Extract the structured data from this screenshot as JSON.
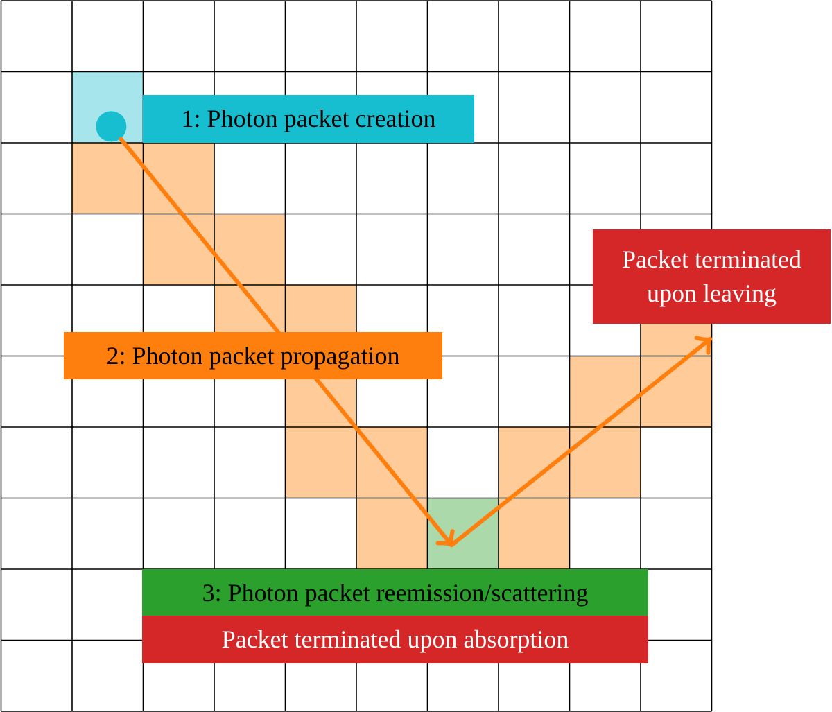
{
  "grid": {
    "columns": 10,
    "rows": 10,
    "line_color": "#000000"
  },
  "cells": {
    "creation": [
      [
        1,
        1
      ]
    ],
    "propagation": [
      [
        1,
        2
      ],
      [
        2,
        2
      ],
      [
        2,
        3
      ],
      [
        3,
        3
      ],
      [
        3,
        4
      ],
      [
        4,
        4
      ],
      [
        9,
        4
      ],
      [
        4,
        5
      ],
      [
        8,
        5
      ],
      [
        9,
        5
      ],
      [
        4,
        6
      ],
      [
        5,
        6
      ],
      [
        7,
        6
      ],
      [
        8,
        6
      ],
      [
        5,
        7
      ],
      [
        7,
        7
      ]
    ],
    "scattering": [
      [
        6,
        7
      ]
    ]
  },
  "path": {
    "start_cell": [
      1,
      1
    ],
    "scatter_cell": [
      6,
      7
    ],
    "exit_cell": [
      9,
      4
    ]
  },
  "colors": {
    "creation_fill": "#a6e5ec",
    "creation_label": "#17becf",
    "propagation_fill": "#ffcc99",
    "propagation_label": "#ff7f0e",
    "scattering_fill": "#acd9aa",
    "scattering_label": "#2ca02c",
    "terminated_label": "#d62728",
    "arrow": "#ff7f0e"
  },
  "labels": {
    "creation": "1: Photon packet creation",
    "propagation": "2: Photon packet propagation",
    "scattering": "3: Photon packet reemission/scattering",
    "absorption": "Packet terminated upon absorption",
    "leaving_line1": "Packet terminated",
    "leaving_line2": "upon leaving"
  }
}
